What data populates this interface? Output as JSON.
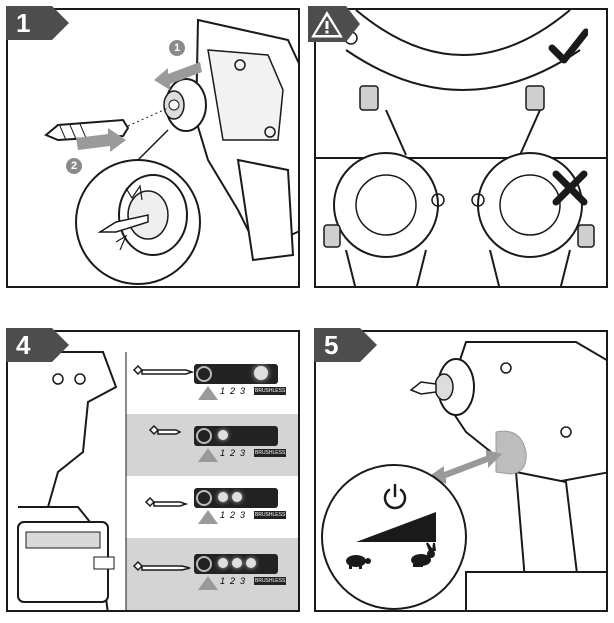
{
  "steps": {
    "step1": "1",
    "step4": "4",
    "step5": "5"
  },
  "warning": {
    "icon": "warning-triangle-icon",
    "check": "checkmark-icon",
    "cross": "cross-icon"
  },
  "step1_callouts": {
    "first": "1",
    "second": "2"
  },
  "led_scale": {
    "n1": "1",
    "n2": "2",
    "n3": "3",
    "brand": "BRUSHLESS"
  },
  "speed_icons": {
    "power": "power-icon",
    "slow": "turtle-icon",
    "fast": "rabbit-icon"
  },
  "colors": {
    "tab": "#4d4d4d",
    "outline": "#1a1a1a",
    "arrow": "#9a9a9a",
    "grip": "#bdbdbd"
  }
}
